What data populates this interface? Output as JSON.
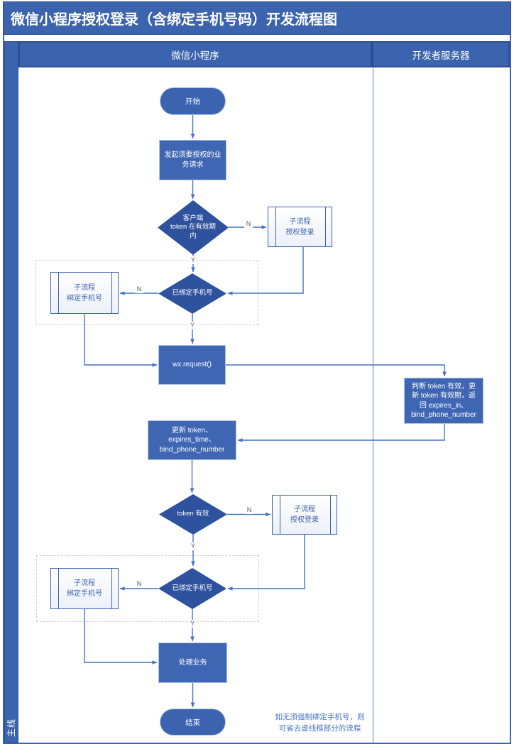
{
  "title": "微信小程序授权登录（含绑定手机号码）开发流程图",
  "swimlane": {
    "phase_label": "主线",
    "lane1": "微信小程序",
    "lane2": "开发者服务器"
  },
  "colors": {
    "primary_blue": "#3C63AE",
    "connector_blue": "#4472C4",
    "process_fill": "#3E66B2",
    "decision_fill": "#2F529F",
    "subprocess_border": "#3A62AD",
    "dashed_border": "#CFCFCF"
  },
  "nodes": {
    "start": "开始",
    "request_business": "发起须要授权的业\n务请求",
    "client_token_valid": "客户端\ntoken 在有效期\n内",
    "sub_auth_login_1": "子流程\n授权登录",
    "phone_bound_1": "已绑定手机号",
    "sub_bind_phone_1": "子流程\n绑定手机号",
    "wx_request": "wx.request()",
    "server_validate": "判断 token 有效，更\n新 token 有效期，返\n回 expires_in、\nbind_phone_number",
    "update_token": "更新 token、\nexpires_time、\nbind_phone_number",
    "token_valid": "token 有效",
    "sub_auth_login_2": "子流程\n授权登录",
    "phone_bound_2": "已绑定手机号",
    "sub_bind_phone_2": "子流程\n绑定手机号",
    "handle_business": "处理业务",
    "end": "结束"
  },
  "edge_labels": {
    "n1": "N",
    "y1": "Y",
    "n2": "N",
    "y2": "Y",
    "n3": "N",
    "y3": "Y",
    "n4": "N",
    "y4": "Y"
  },
  "note": "如无须强制绑定手机号，则\n可省去虚线框部分的流程"
}
